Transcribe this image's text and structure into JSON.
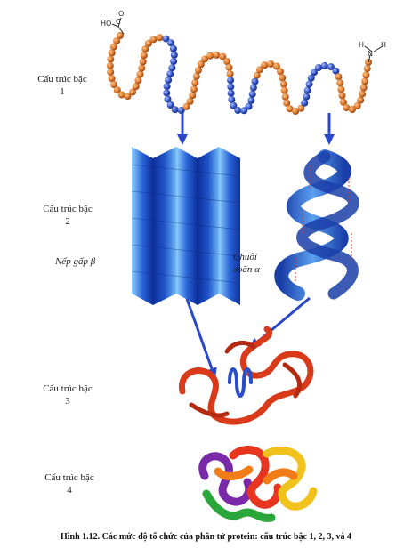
{
  "labels": {
    "level1": [
      "Cấu trúc bậc",
      "1"
    ],
    "level2": [
      "Cấu trúc bậc",
      "2"
    ],
    "level3": [
      "Cấu trúc bậc",
      "3"
    ],
    "level4": [
      "Cấu trúc bậc",
      "4"
    ],
    "beta_sheet": "Nếp gấp β",
    "alpha_helix": [
      "Chuỗi",
      "xoắn α"
    ]
  },
  "chem": {
    "carboxyl_ho": "HO",
    "carboxyl_c": "C",
    "carboxyl_o": "O",
    "amine_n": "N",
    "amine_h": "H"
  },
  "caption": "Hình 1.12. Các mức độ tổ chức của phân tử protein: cấu trúc bậc 1, 2, 3, và 4",
  "colors": {
    "bead_orange": "#d9762a",
    "bead_blue": "#2f4fc0",
    "sheet_blue": "#2a66d8",
    "helix_blue": "#2a5fc4",
    "arrow_blue": "#2b48c9",
    "tertiary_red": "#d93a1a"
  }
}
